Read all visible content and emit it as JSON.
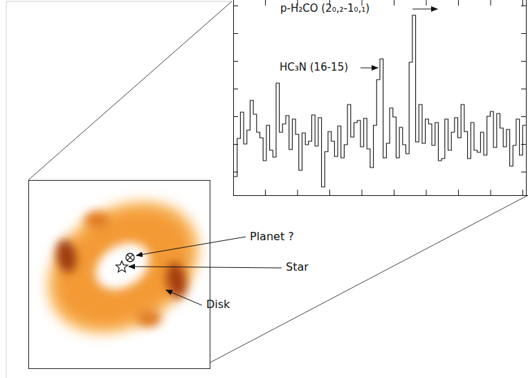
{
  "diagram": {
    "labels": [
      "p-H₂CO (2₀,₂-1₀,₁)",
      "HC₃N (16-15)",
      "Planet ?",
      "Star",
      "Disk"
    ]
  }
}
